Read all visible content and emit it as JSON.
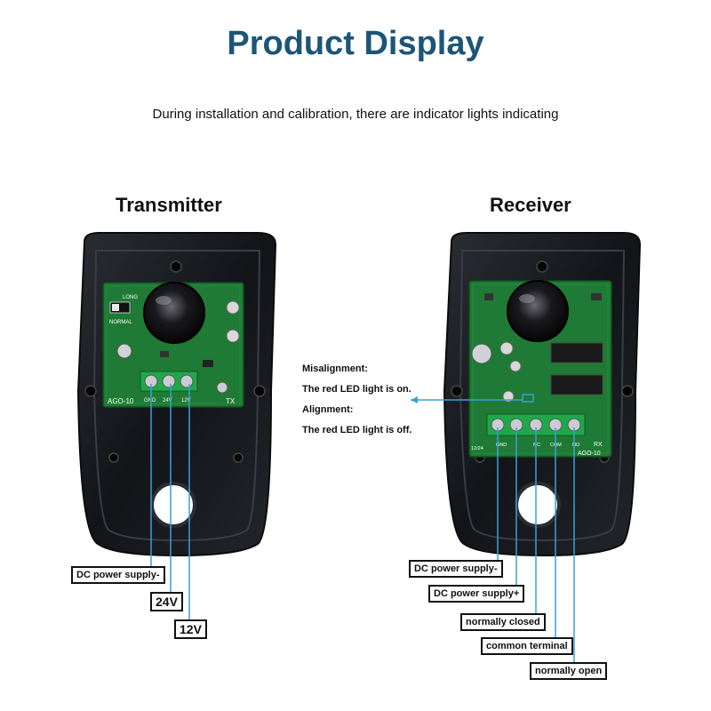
{
  "title": "Product Display",
  "subtitle": "During installation and calibration, there are indicator lights indicating",
  "transmitter": {
    "heading": "Transmitter",
    "board_model": "AGO-10",
    "board_id": "TX",
    "switch_labels": [
      "LONG",
      "NORMAL"
    ],
    "terminal_labels": [
      "GND",
      "24V",
      "12V"
    ],
    "callouts": [
      "DC power supply-",
      "24V",
      "12V"
    ]
  },
  "receiver": {
    "heading": "Receiver",
    "board_model": "AGO-10",
    "board_id": "RX",
    "terminal_labels": [
      "12/24",
      "GND",
      "NC",
      "COM",
      "NO"
    ],
    "callouts": [
      "DC power supply-",
      "DC power supply+",
      "normally closed",
      "common terminal",
      "normally open"
    ]
  },
  "led_note": {
    "misalignment_label": "Misalignment:",
    "misalignment_text": "The red LED light is on.",
    "alignment_label": "Alignment:",
    "alignment_text": "The red LED light is off."
  },
  "colors": {
    "title": "#1c5577",
    "pointer_line": "#3aa0d8",
    "pcb": "#1f7a35",
    "housing": "#15171b"
  }
}
